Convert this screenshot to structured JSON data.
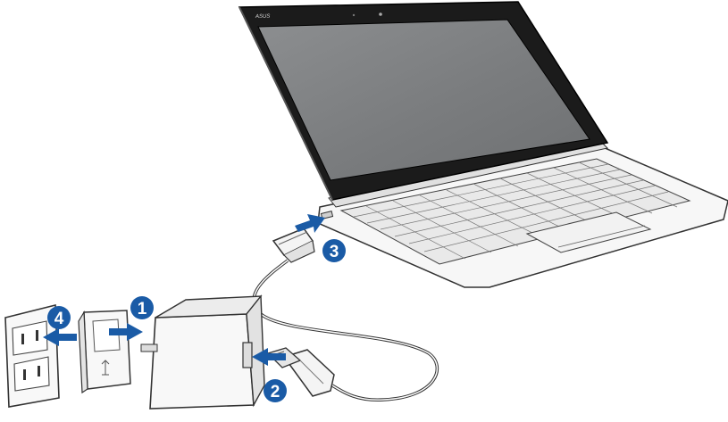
{
  "device": {
    "brand": "ASUS"
  },
  "steps": [
    {
      "number": "1"
    },
    {
      "number": "2"
    },
    {
      "number": "3"
    },
    {
      "number": "4"
    }
  ],
  "colors": {
    "step_badge": "#1a5ba6",
    "arrow": "#1a5ba6",
    "screen": "#7a7c7e",
    "bezel": "#1b1b1b",
    "outline": "#333333"
  }
}
